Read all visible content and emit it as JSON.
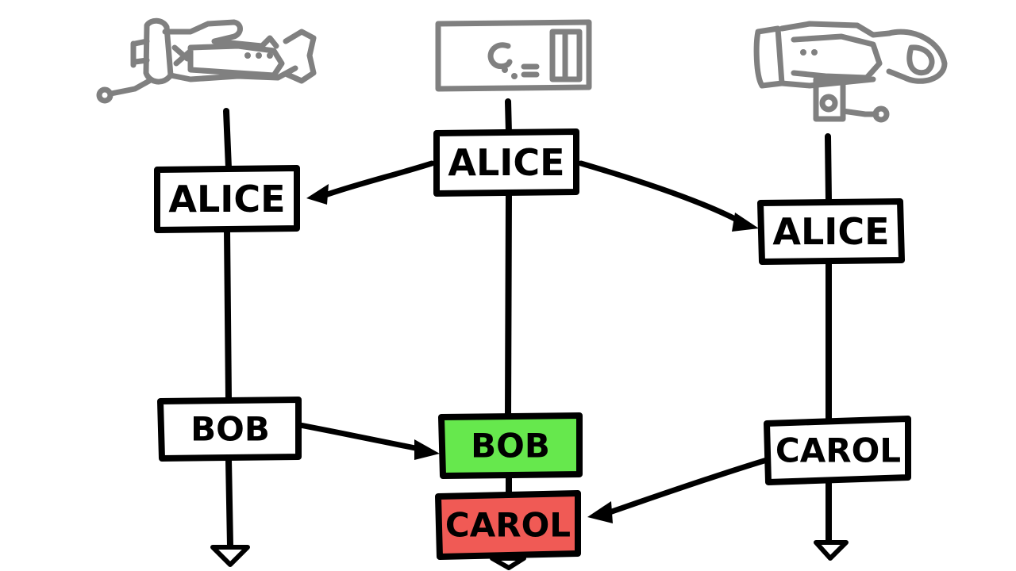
{
  "colors": {
    "ink": "#000000",
    "device_gray": "#808080",
    "box_default": "#ffffff",
    "box_accepted": "#66e84d",
    "box_conflict": "#f05a55"
  },
  "nodes": [
    {
      "id": "left",
      "icon": "satellite-icon"
    },
    {
      "id": "center",
      "icon": "server-icon"
    },
    {
      "id": "right",
      "icon": "satellite-icon"
    }
  ],
  "messages": {
    "left_alice": {
      "label": "ALICE",
      "state": "default"
    },
    "center_alice": {
      "label": "ALICE",
      "state": "default"
    },
    "right_alice": {
      "label": "ALICE",
      "state": "default"
    },
    "left_bob": {
      "label": "BOB",
      "state": "default"
    },
    "center_bob": {
      "label": "BOB",
      "state": "accepted"
    },
    "right_carol": {
      "label": "CAROL",
      "state": "default"
    },
    "center_carol": {
      "label": "CAROL",
      "state": "conflict"
    }
  },
  "flows": [
    {
      "from": "center_alice",
      "to": "left_alice"
    },
    {
      "from": "center_alice",
      "to": "right_alice"
    },
    {
      "from": "left_bob",
      "to": "center_bob"
    },
    {
      "from": "right_carol",
      "to": "center_carol"
    }
  ]
}
